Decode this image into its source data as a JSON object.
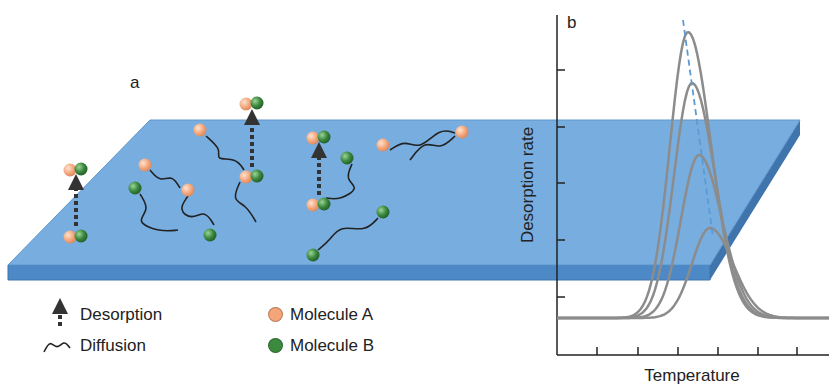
{
  "diagram": {
    "labels": [
      "a",
      "b",
      "Desorption rate",
      "Temperature"
    ],
    "legend": [
      {
        "text": "Desorption"
      },
      {
        "text": "Molecule A",
        "color": "#f4a57a"
      },
      {
        "text": "Diffusion"
      },
      {
        "text": "Molecule B",
        "color": "#3b8a3e"
      }
    ]
  }
}
